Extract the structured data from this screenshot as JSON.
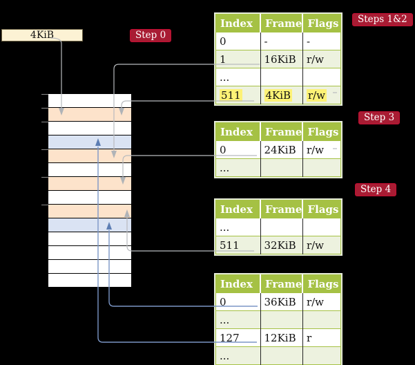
{
  "frame_label": "4KiB",
  "badges": {
    "step0": "Step 0",
    "steps12": "Steps 1&2",
    "step3": "Step 3",
    "step4": "Step 4"
  },
  "tables": [
    {
      "headers": [
        "Index",
        "Frame",
        "Flags"
      ],
      "rows": [
        [
          "0",
          "-",
          "-"
        ],
        [
          "1",
          "16KiB",
          "r/w"
        ],
        [
          "...",
          "",
          ""
        ],
        [
          "511",
          "4KiB",
          "r/w"
        ]
      ],
      "highlighted_row": "511 | 4KiB | r/w"
    },
    {
      "headers": [
        "Index",
        "Frame",
        "Flags"
      ],
      "rows": [
        [
          "0",
          "24KiB",
          "r/w"
        ],
        [
          "...",
          "",
          ""
        ]
      ]
    },
    {
      "headers": [
        "Index",
        "Frame",
        "Flags"
      ],
      "rows": [
        [
          "...",
          "",
          ""
        ],
        [
          "511",
          "32KiB",
          "r/w"
        ]
      ]
    },
    {
      "headers": [
        "Index",
        "Frame",
        "Flags"
      ],
      "rows": [
        [
          "0",
          "36KiB",
          "r/w"
        ],
        [
          "...",
          "",
          ""
        ],
        [
          "127",
          "12KiB",
          "r"
        ],
        [
          "...",
          "",
          ""
        ]
      ]
    }
  ],
  "memory": {
    "rows": [
      "white",
      "orange",
      "white",
      "blue",
      "orange",
      "white",
      "orange",
      "white",
      "orange",
      "blue",
      "white",
      "white",
      "white",
      "white"
    ]
  },
  "colors": {
    "cream": "#fcf2d4",
    "orange": "#fde3cb",
    "blue": "#dae3f3",
    "white": "#ffffff",
    "header_green": "#a5c144",
    "row_tint": "#edf2df",
    "highlight": "#fdf276",
    "badge_red": "#a81c33",
    "gray_line": "#b8bbbe",
    "gray_head": "#b0b3b7",
    "blue_line": "#7b96c6",
    "blue_head": "#5c7db3"
  }
}
